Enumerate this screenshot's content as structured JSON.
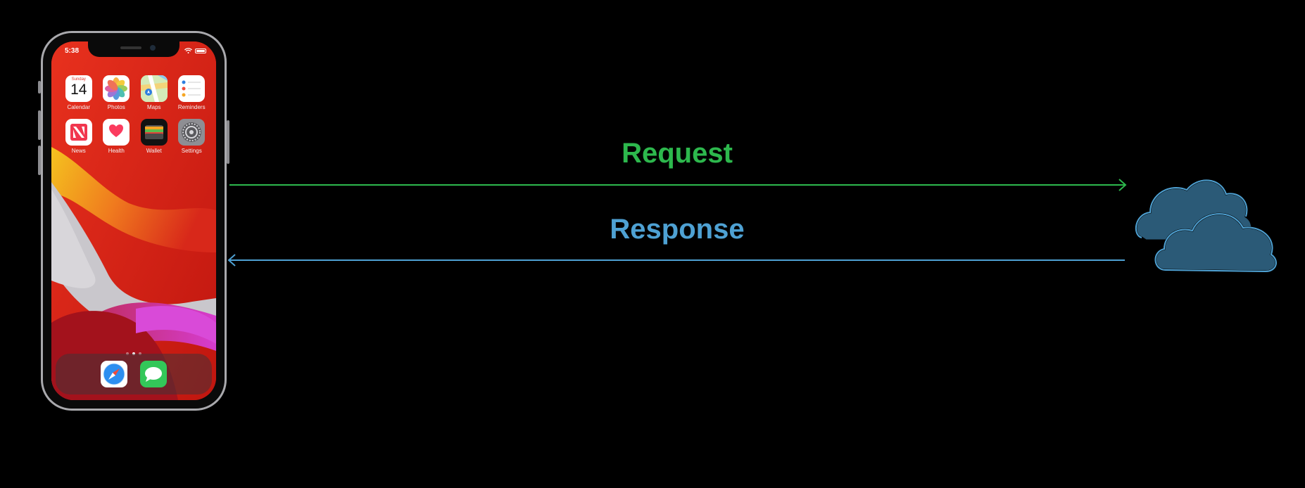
{
  "phone": {
    "status_time": "5:38",
    "apps": [
      {
        "label": "Calendar",
        "icon": "calendar-icon",
        "day": "Sunday",
        "date": "14"
      },
      {
        "label": "Photos",
        "icon": "photos-icon"
      },
      {
        "label": "Maps",
        "icon": "maps-icon"
      },
      {
        "label": "Reminders",
        "icon": "reminders-icon"
      },
      {
        "label": "News",
        "icon": "news-icon"
      },
      {
        "label": "Health",
        "icon": "health-icon"
      },
      {
        "label": "Wallet",
        "icon": "wallet-icon"
      },
      {
        "label": "Settings",
        "icon": "settings-icon"
      }
    ],
    "dock": [
      {
        "icon": "safari-icon"
      },
      {
        "icon": "messages-icon"
      }
    ],
    "page_dots": 3,
    "active_dot": 1
  },
  "diagram": {
    "request_label": "Request",
    "response_label": "Response",
    "request_color": "#2db84d",
    "response_color": "#4ea1d3",
    "server_icon": "cloud-icon",
    "cloud_color": "#2b5a77"
  }
}
